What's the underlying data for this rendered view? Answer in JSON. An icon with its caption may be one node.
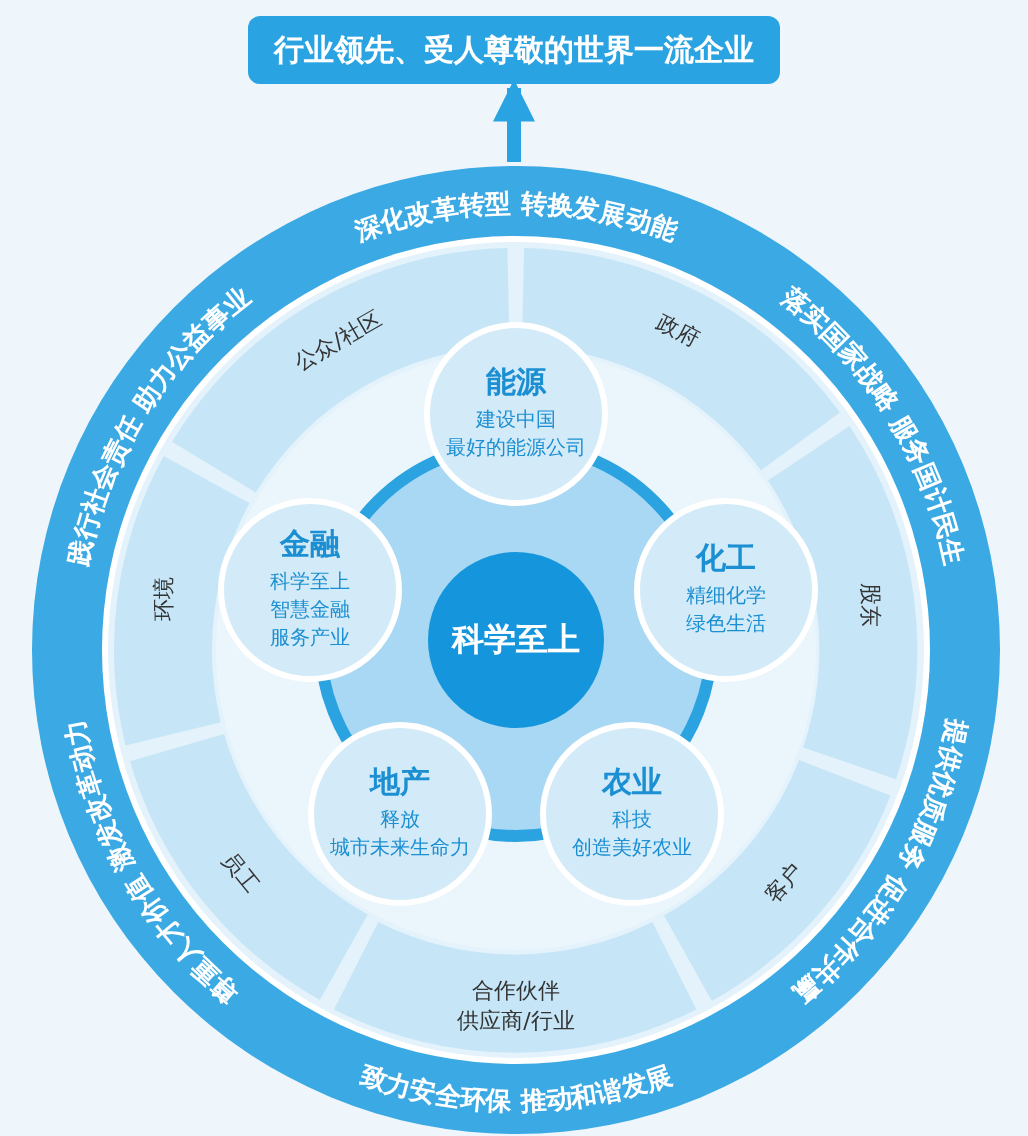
{
  "diagram": {
    "nodes": [
      {
        "text": [
          "行业领先、受人尊敬的世界一流企业"
        ]
      },
      {
        "text": [
          "深化改革转型 转换发展动能",
          "践行社会责任 助力公益事业",
          "落实国家战略 服务国计民生",
          "尊重人才价值 激发改革动力",
          "提供优质服务 促进合作共赢",
          "致力安全环保 推动和谐发展"
        ]
      },
      {
        "text": [
          "公众/社区"
        ],
        "in": 1
      },
      {
        "text": [
          "政府"
        ],
        "in": 1
      },
      {
        "text": [
          "股东"
        ],
        "in": 1
      },
      {
        "text": [
          "客户"
        ],
        "in": 1
      },
      {
        "text": [
          "合作伙伴供应商/行业"
        ],
        "in": 1
      },
      {
        "text": [
          "员工"
        ],
        "in": 1
      },
      {
        "text": [
          "环境"
        ],
        "in": 1
      },
      {
        "text": [
          "能源",
          "建设中国最好的能源公司"
        ],
        "in": 1
      },
      {
        "text": [
          "金融",
          "科学至上智慧金融服务产业"
        ],
        "in": 1
      },
      {
        "text": [
          "科学至上"
        ],
        "in": 1
      },
      {
        "text": [
          "化工",
          "精细化学绿色生活"
        ],
        "in": 1
      },
      {
        "text": [
          "地产",
          "释放城市未来生命力"
        ],
        "in": 1
      },
      {
        "text": [
          "农业",
          "科技创造美好农业"
        ],
        "in": 1
      }
    ],
    "edges": [
      {
        "from": 1,
        "to": 0,
        "arrow": "to"
      }
    ]
  }
}
